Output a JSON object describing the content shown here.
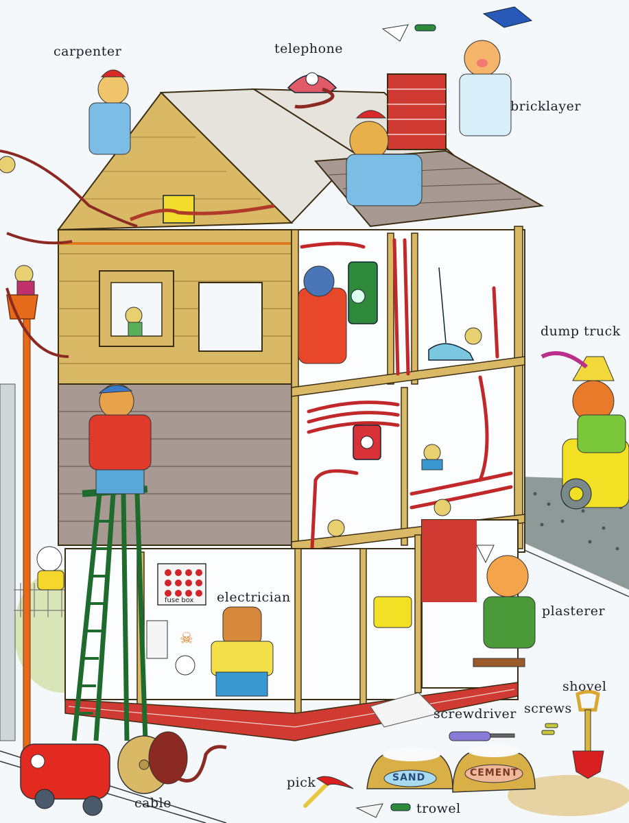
{
  "scene": {
    "title": "Building a house — workers and tools",
    "colors": {
      "background": "#f4f8fa",
      "wood": "#d9b866",
      "wood_dark": "#b8974a",
      "shingle": "#a89a92",
      "brick": "#cf3b33",
      "wire": "#c0282a",
      "ladder": "#1f6b2d",
      "road": "#8e9a98",
      "label_text": "#1c1e2a"
    }
  },
  "labels": {
    "carpenter": "carpenter",
    "telephone": "telephone",
    "bricklayer": "bricklayer",
    "dump_truck": "dump truck",
    "electrician": "electrician",
    "plasterer": "plasterer",
    "shovel": "shovel",
    "screws": "screws",
    "screwdriver": "screwdriver",
    "pick": "pick",
    "trowel": "trowel",
    "cable": "cable"
  },
  "signs": {
    "fuse_box": "fuse box",
    "sand_sack": "SAND",
    "cement_sack": "CEMENT"
  }
}
